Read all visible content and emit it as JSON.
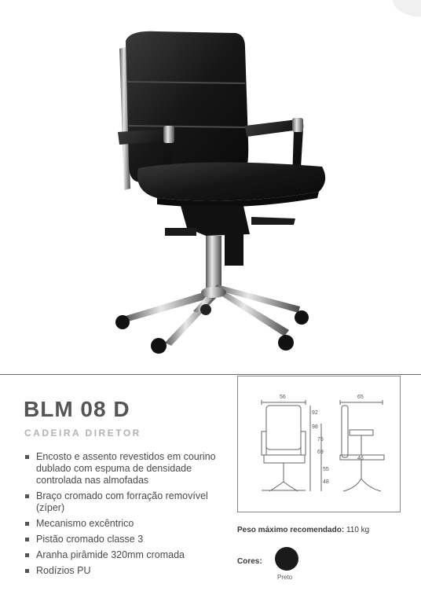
{
  "product": {
    "model": "BLM 08 D",
    "category": "CADEIRA DIRETOR"
  },
  "features": [
    "Encosto e assento revestidos em courino dublado com espuma de densidade controlada nas almofadas",
    "Braço cromado com forração removível (zíper)",
    "Mecanismo excêntrico",
    "Pistão cromado classe 3",
    "Aranha pirâmide 320mm cromada",
    "Rodízios PU"
  ],
  "dimensions": {
    "width_front": "56",
    "width_side": "65",
    "back_min": "92",
    "back_max": "98",
    "arm_min": "76",
    "arm_max": "69",
    "seat_depth": "46",
    "seat_min": "55",
    "seat_max": "48"
  },
  "specs": {
    "max_weight_label": "Peso máximo recomendado:",
    "max_weight_value": "110 kg",
    "colors_label": "Cores:"
  },
  "colors": [
    {
      "name": "Preto",
      "hex": "#1a1a1a"
    }
  ]
}
